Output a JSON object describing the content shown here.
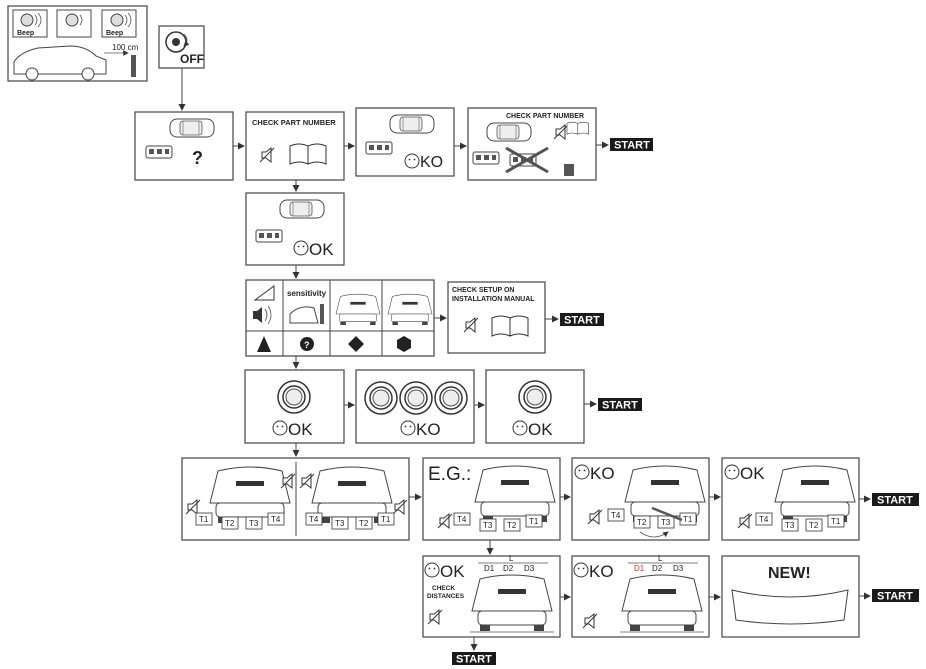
{
  "labels": {
    "beep": "Beep",
    "distance": "100 cm",
    "off": "OFF",
    "question": "?",
    "check_part_number": "CHECK PART NUMBER",
    "ok": "OK",
    "ko": "KO",
    "start": "START",
    "sensitivity": "sensitivity",
    "check_setup_line1": "CHECK SETUP ON",
    "check_setup_line2": "INSTALLATION MANUAL",
    "eg": "E.G.:",
    "check_distances_line1": "CHECK",
    "check_distances_line2": "DISTANCES",
    "new": "NEW!",
    "t1": "T1",
    "t2": "T2",
    "t3": "T3",
    "t4": "T4",
    "dim_l": "L",
    "dim_d1": "D1",
    "dim_d2": "D2",
    "dim_d3": "D3"
  },
  "icons": [
    "sensor-icon",
    "car-icon",
    "speaker-icon",
    "manual-book-icon",
    "mute-icon",
    "warning-icon",
    "help-icon",
    "sensor-ring-icon",
    "bumper-icon",
    "ignition-off-icon"
  ],
  "colors": {
    "line": "#444444",
    "start_bg": "#1a1a1a",
    "start_text": "#ffffff"
  }
}
